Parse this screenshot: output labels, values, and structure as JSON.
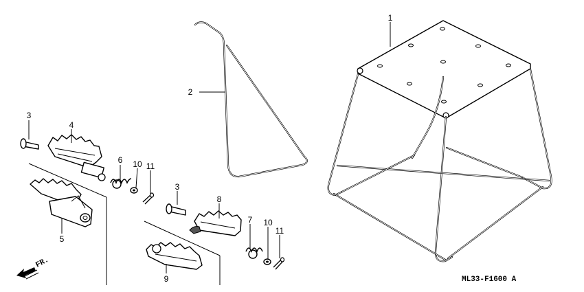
{
  "callouts": {
    "c1": "1",
    "c2": "2",
    "c3a": "3",
    "c3b": "3",
    "c4": "4",
    "c5": "5",
    "c6": "6",
    "c7": "7",
    "c8": "8",
    "c9": "9",
    "c10a": "10",
    "c10b": "10",
    "c11a": "11",
    "c11b": "11"
  },
  "direction_label": "FR.",
  "diagram_code": "ML33-F1600 A"
}
